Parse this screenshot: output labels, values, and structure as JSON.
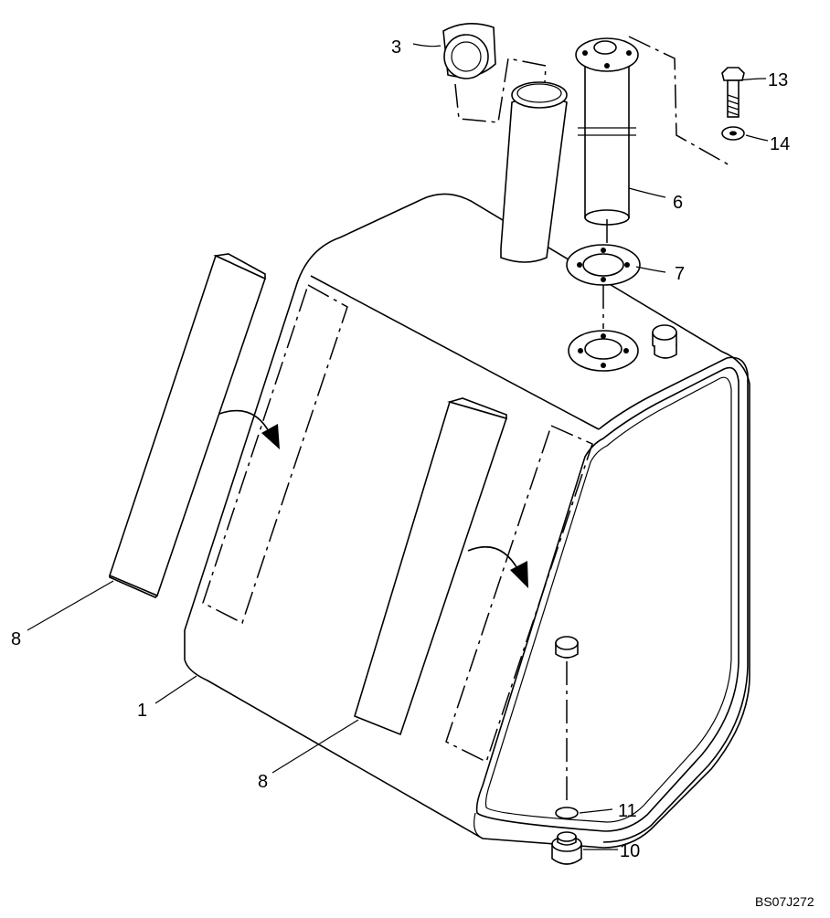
{
  "drawing_code": "BS07J272",
  "callouts": {
    "tank": "1",
    "filler_neck_cap": "3",
    "sender_tube": "6",
    "gasket": "7",
    "pad_left": "8",
    "pad_right": "8",
    "drain_plug": "10",
    "o_ring": "11",
    "bolt": "13",
    "washer": "14"
  }
}
